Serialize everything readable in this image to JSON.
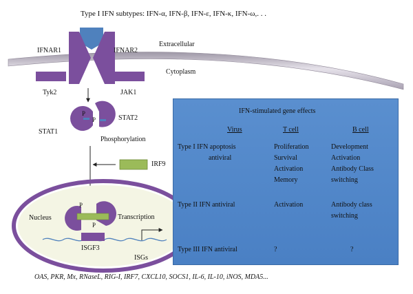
{
  "diagram": {
    "subtypes_title": "Type I IFN subtypes: IFN-α, IFN-β, IFN-ε, IFN-κ, IFN-ω,. . .",
    "receptor_left": "IFNAR1",
    "receptor_right": "IFNAR2",
    "extracellular": "Extracellular",
    "cytoplasm": "Cytoplasm",
    "kinase_left": "Tyk2",
    "kinase_right": "JAK1",
    "stat_p1": "P",
    "stat_p2": "P",
    "stat1": "STAT1",
    "stat2": "STAT2",
    "phosphorylation": "Phosphorylation",
    "irf9": "IRF9",
    "nucleus": "Nucleus",
    "isgf3_p1": "P",
    "isgf3_p2": "P",
    "transcription": "Transcription",
    "isgf3": "ISGF3",
    "isgs": "ISGs",
    "genes_list": "OAS, PKR, Mx, RNaseL, RIG-I, IRF7, CXCL10, SOCS1, IL-6, IL-10, iNOS, MDA5..."
  },
  "effects_table": {
    "title": "IFN-stimulated gene effects",
    "headers": [
      "Virus",
      "T cell",
      "B cell"
    ],
    "rows": [
      {
        "virus": [
          "Type I IFN apoptosis",
          "antiviral"
        ],
        "t_cell": [
          "Proliferation",
          "Survival",
          "Activation",
          "Memory"
        ],
        "b_cell": [
          "Development",
          "Activation",
          "Antibody Class",
          "switching"
        ]
      },
      {
        "virus": [
          "Type II IFN antiviral"
        ],
        "t_cell": [
          "Activation"
        ],
        "b_cell": [
          "Antibody class",
          "switching"
        ]
      },
      {
        "virus": [
          "Type III IFN antiviral"
        ],
        "t_cell": [
          "?"
        ],
        "b_cell": [
          "?"
        ]
      }
    ]
  },
  "colors": {
    "purple": "#7b4f9d",
    "receptor_ligand": "#4f81bd",
    "green": "#9bbb59",
    "membrane": "#c2bcc6",
    "table_bg": "#4f81bd"
  }
}
